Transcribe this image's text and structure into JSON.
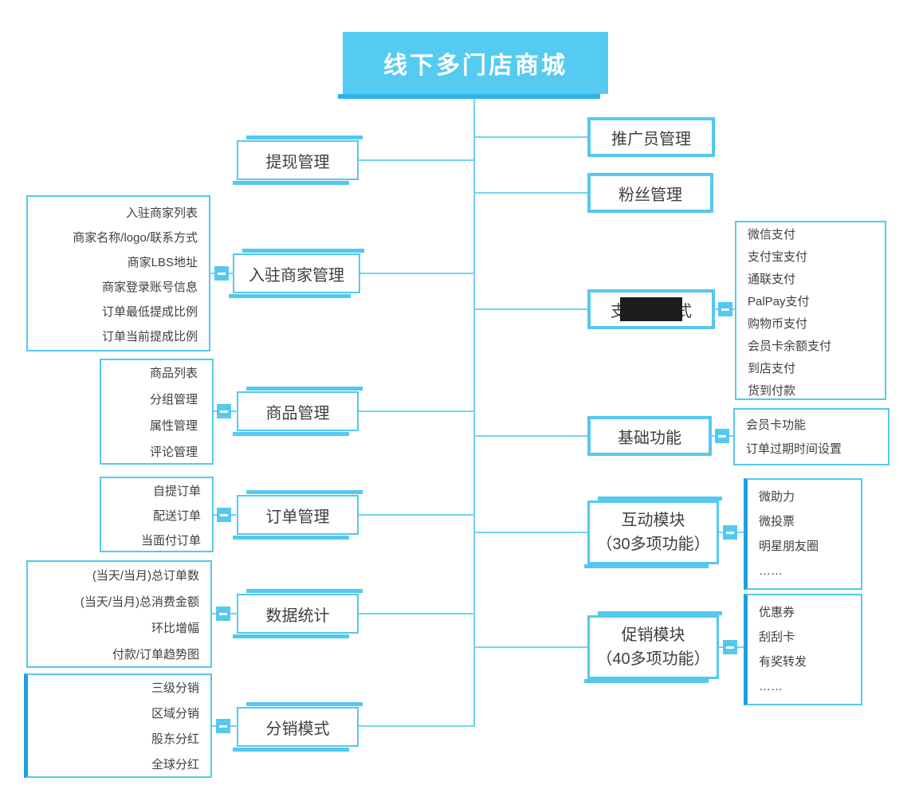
{
  "title": "线下多门店商城",
  "colors": {
    "accent": "#55c8f0",
    "accent_dark": "#1e9fe0",
    "title_fill": "#55cbf2",
    "connector_line": "#70d5f4",
    "text": "#3f3f3f",
    "redaction": "#1c1c1c"
  },
  "left_branches": [
    {
      "label": "提现管理"
    },
    {
      "label": "入驻商家管理",
      "items": [
        "入驻商家列表",
        "商家名称/logo/联系方式",
        "商家LBS地址",
        "商家登录账号信息",
        "订单最低提成比例",
        "订单当前提成比例"
      ]
    },
    {
      "label": "商品管理",
      "items": [
        "商品列表",
        "分组管理",
        "属性管理",
        "评论管理"
      ]
    },
    {
      "label": "订单管理",
      "items": [
        "自提订单",
        "配送订单",
        "当面付订单"
      ]
    },
    {
      "label": "数据统计",
      "items": [
        "(当天/当月)总订单数",
        "(当天/当月)总消费金额",
        "环比增幅",
        "付款/订单趋势图"
      ]
    },
    {
      "label": "分销模式",
      "items": [
        "三级分销",
        "区域分销",
        "股东分红",
        "全球分红"
      ]
    }
  ],
  "right_branches": [
    {
      "label": "推广员管理"
    },
    {
      "label": "粉丝管理"
    },
    {
      "label_prefix": "支",
      "label_suffix": "式",
      "redacted": true,
      "items": [
        "微信支付",
        "支付宝支付",
        "通联支付",
        "PalPay支付",
        "购物币支付",
        "会员卡余额支付",
        "到店支付",
        "货到付款"
      ]
    },
    {
      "label": "基础功能",
      "items": [
        "会员卡功能",
        "订单过期时间设置"
      ]
    },
    {
      "label": "互动模块",
      "label_line2": "（30多项功能）",
      "items": [
        "微助力",
        "微投票",
        "明星朋友圈",
        "……"
      ]
    },
    {
      "label": "促销模块",
      "label_line2": "（40多项功能）",
      "items": [
        "优惠券",
        "刮刮卡",
        "有奖转发",
        "……"
      ]
    }
  ]
}
